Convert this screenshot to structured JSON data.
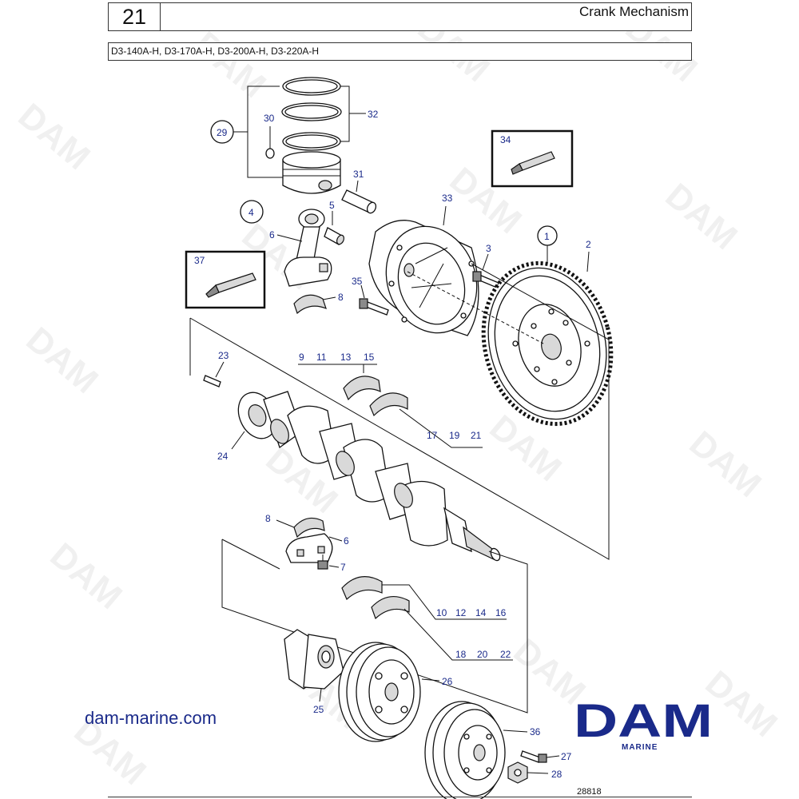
{
  "header": {
    "section_number": "21",
    "title": "Crank Mechanism",
    "models": "D3-140A-H, D3-170A-H, D3-200A-H, D3-220A-H"
  },
  "watermark": "DAM",
  "callouts": {
    "c1": "1",
    "c2": "2",
    "c3": "3",
    "c4": "4",
    "c5": "5",
    "c6": "6",
    "c6b": "6",
    "c7": "7",
    "c8": "8",
    "c8b": "8",
    "c9": "9",
    "c11": "11",
    "c13": "13",
    "c15": "15",
    "c17": "17",
    "c19": "19",
    "c21": "21",
    "c10": "10",
    "c12": "12",
    "c14": "14",
    "c16": "16",
    "c18": "18",
    "c20": "20",
    "c22": "22",
    "c23": "23",
    "c24": "24",
    "c25": "25",
    "c26": "26",
    "c27": "27",
    "c28": "28",
    "c29": "29",
    "c30": "30",
    "c31": "31",
    "c32": "32",
    "c33": "33",
    "c34": "34",
    "c35": "35",
    "c36": "36",
    "c37": "37"
  },
  "footer": {
    "website": "dam-marine.com",
    "brand_logo": "DAM",
    "brand_sub": "MARINE",
    "figure_number": "28818"
  },
  "colors": {
    "callout_blue": "#1a2a8a",
    "brand_blue": "#1a2a8a",
    "line": "#111111"
  }
}
